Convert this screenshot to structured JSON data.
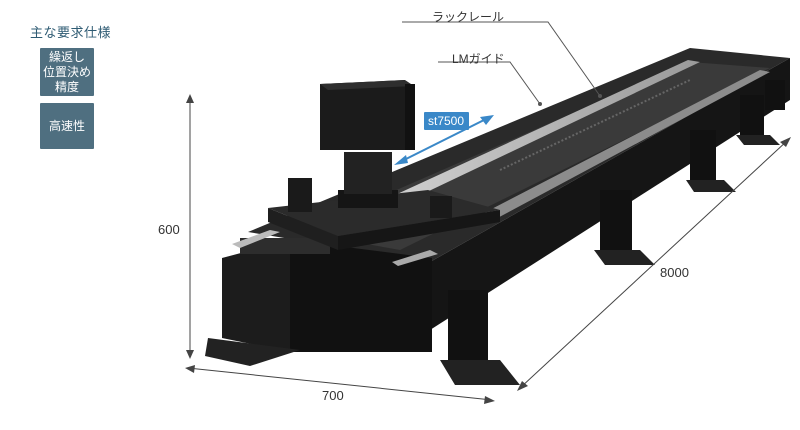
{
  "specs": {
    "title": "主な要求仕様",
    "badges": [
      {
        "lines": [
          "繰返し",
          "位置決め",
          "精度"
        ]
      },
      {
        "lines": [
          "高速性"
        ]
      }
    ]
  },
  "callouts": {
    "rack_rail": "ラックレール",
    "lm_guide": "LMガイド"
  },
  "stroke_label": "st7500",
  "dimensions": {
    "height": "600",
    "width": "700",
    "length": "8000"
  },
  "colors": {
    "badge": "#4f6f80",
    "stroke_arrow": "#3a88c8",
    "machine_body": "#1a1a1a"
  }
}
